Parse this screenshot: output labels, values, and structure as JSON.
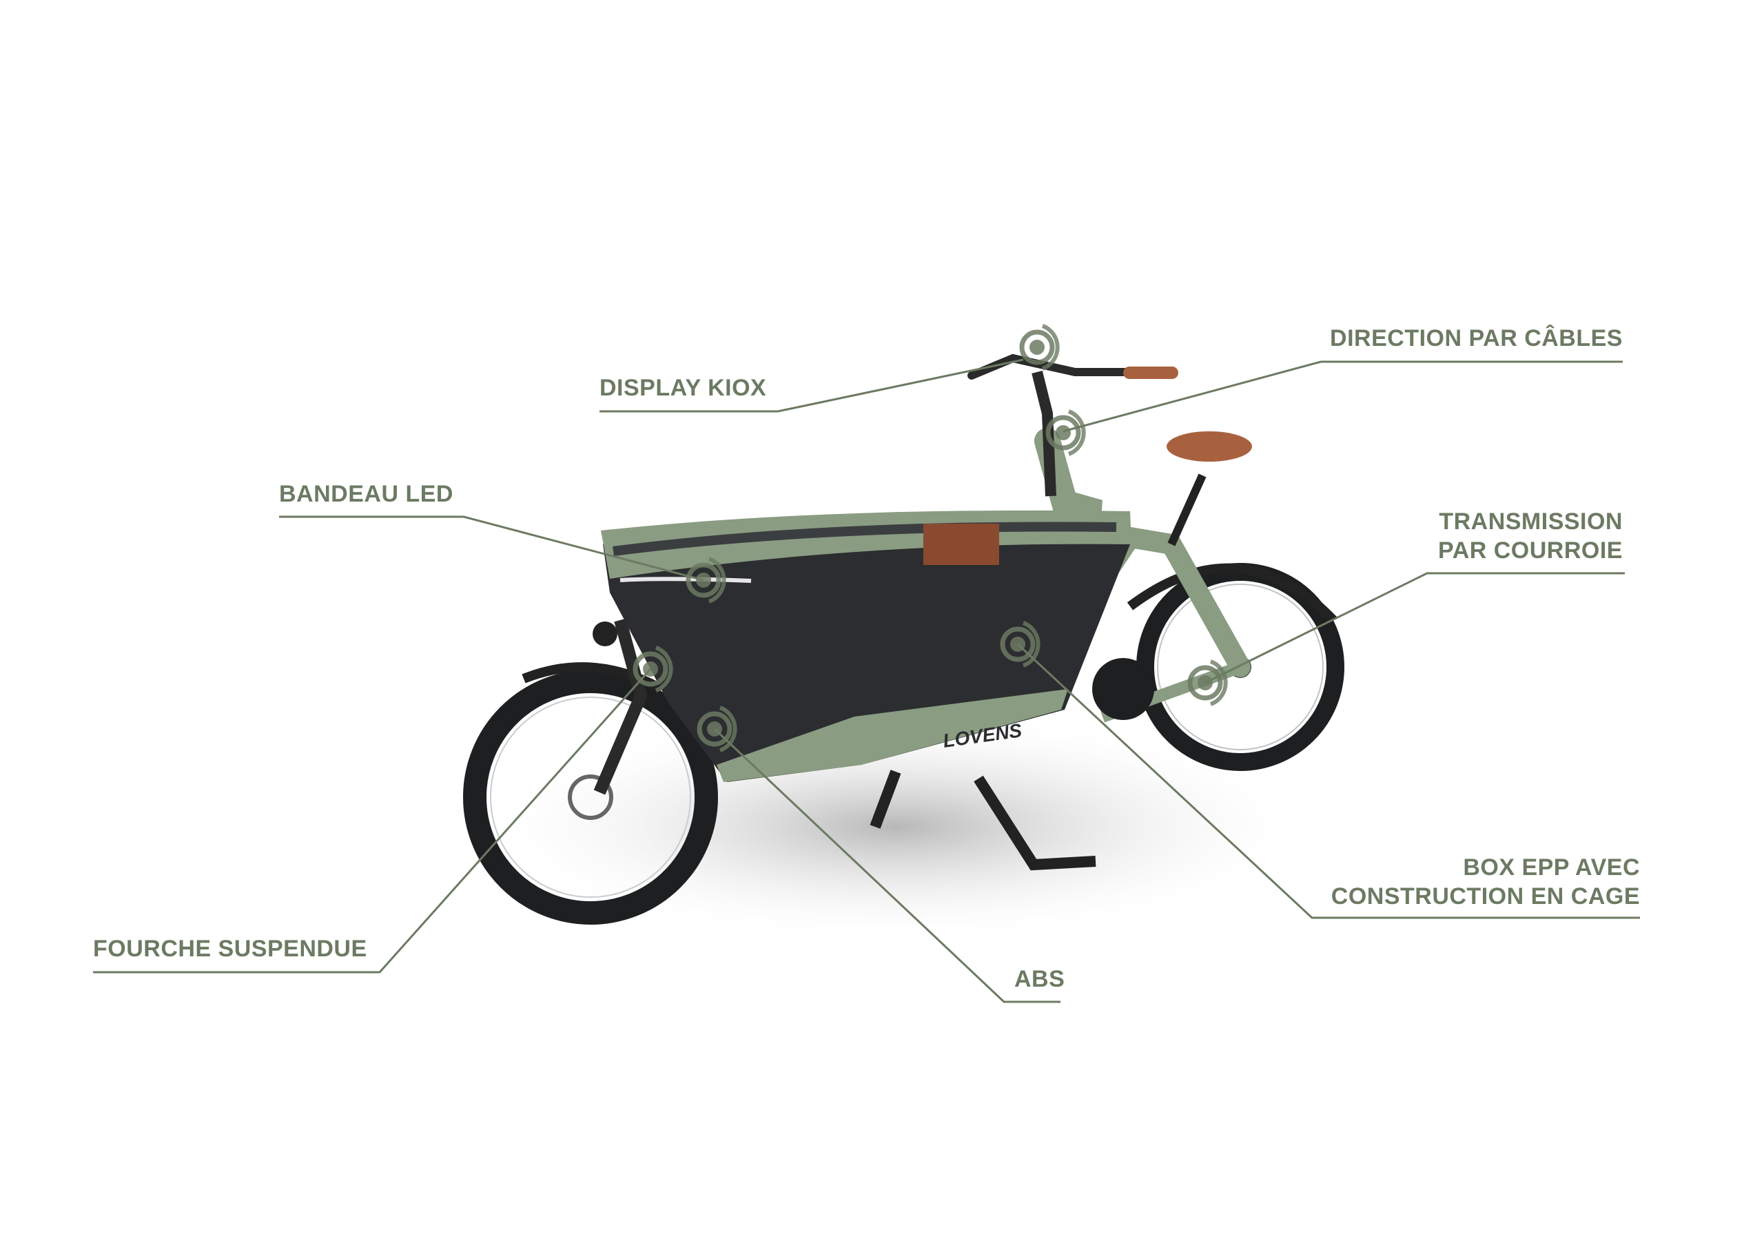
{
  "colors": {
    "accent": "#6c7a63",
    "frame": "#8a9c82",
    "box": "#2b2d30",
    "saddle": "#a8613f"
  },
  "bike_brand": "LOVENS",
  "labels": {
    "display_kiox": "DISPLAY KIOX",
    "direction": "DIRECTION PAR CÂBLES",
    "bandeau_led": "BANDEAU LED",
    "transmission_1": "TRANSMISSION",
    "transmission_2": "PAR COURROIE",
    "box_1": "BOX EPP AVEC",
    "box_2": "CONSTRUCTION EN CAGE",
    "fourche": "FOURCHE SUSPENDUE",
    "abs": "ABS"
  }
}
